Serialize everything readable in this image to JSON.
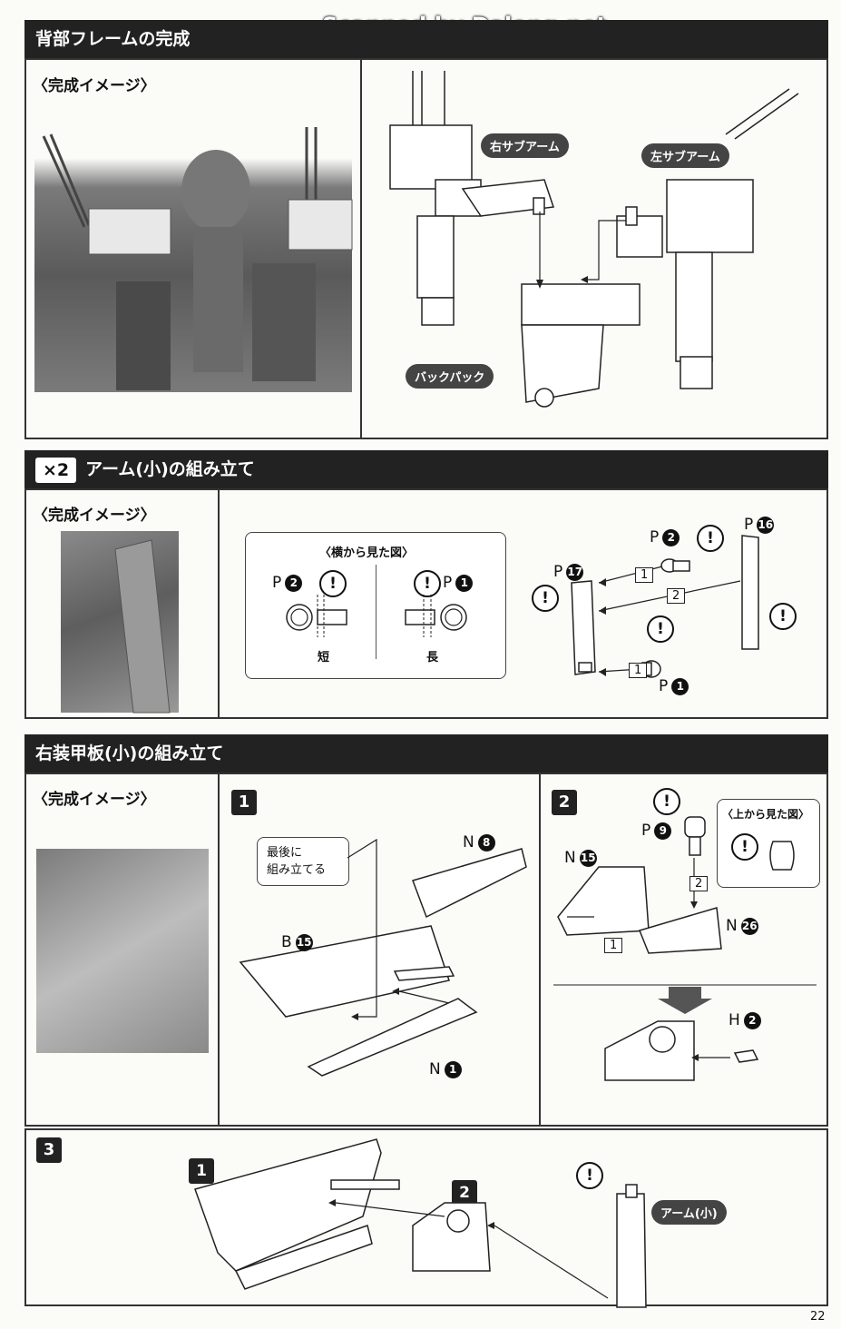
{
  "watermark": "Scanned by Dalong.net",
  "page_number": "22",
  "completed_image_label": "〈完成イメージ〉",
  "section1": {
    "title": "背部フレームの完成",
    "tags": {
      "right_sub_arm": "右サブアーム",
      "left_sub_arm": "左サブアーム",
      "backpack": "バックパック"
    }
  },
  "section2": {
    "multiplier": "×2",
    "title": "アーム(小)の組み立て",
    "side_view_title": "〈横から見た図〉",
    "side_left_part": "P",
    "side_left_num": "2",
    "side_left_caption": "短",
    "side_right_part": "P",
    "side_right_num": "1",
    "side_right_caption": "長",
    "parts": [
      {
        "letter": "P",
        "num": "2"
      },
      {
        "letter": "P",
        "num": "16"
      },
      {
        "letter": "P",
        "num": "17"
      },
      {
        "letter": "P",
        "num": "1"
      }
    ],
    "steps": [
      "1",
      "2",
      "1"
    ]
  },
  "section3": {
    "title": "右装甲板(小)の組み立て",
    "step1": {
      "num": "1",
      "note": "最後に\n組み立てる",
      "parts": [
        {
          "letter": "N",
          "num": "8"
        },
        {
          "letter": "B",
          "num": "15"
        },
        {
          "letter": "N",
          "num": "1"
        }
      ]
    },
    "step2": {
      "num": "2",
      "top_view_title": "〈上から見た図〉",
      "parts": [
        {
          "letter": "P",
          "num": "9"
        },
        {
          "letter": "N",
          "num": "15"
        },
        {
          "letter": "N",
          "num": "26"
        },
        {
          "letter": "H",
          "num": "2"
        }
      ],
      "steps": [
        "2",
        "1"
      ]
    },
    "step3": {
      "num": "3",
      "sub_steps": [
        "1",
        "2"
      ],
      "tag": "アーム(小)"
    }
  },
  "warning_symbol": "!"
}
